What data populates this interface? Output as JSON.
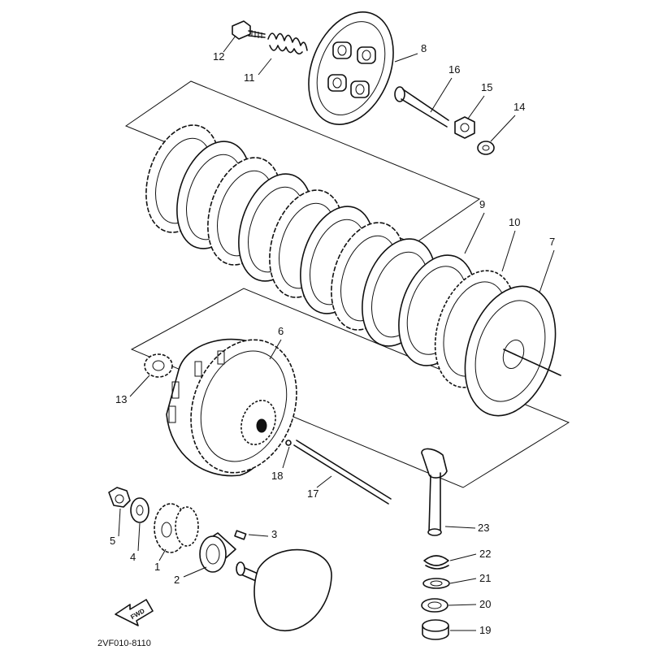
{
  "diagram": {
    "drawing_code": "2VF010-8110",
    "fwd_arrow_label": "FWD",
    "callouts": [
      {
        "id": "12",
        "label": "12"
      },
      {
        "id": "11",
        "label": "11"
      },
      {
        "id": "8",
        "label": "8"
      },
      {
        "id": "16",
        "label": "16"
      },
      {
        "id": "15",
        "label": "15"
      },
      {
        "id": "14",
        "label": "14"
      },
      {
        "id": "9",
        "label": "9"
      },
      {
        "id": "10",
        "label": "10"
      },
      {
        "id": "7",
        "label": "7"
      },
      {
        "id": "6",
        "label": "6"
      },
      {
        "id": "13",
        "label": "13"
      },
      {
        "id": "18",
        "label": "18"
      },
      {
        "id": "17",
        "label": "17"
      },
      {
        "id": "23",
        "label": "23"
      },
      {
        "id": "3",
        "label": "3"
      },
      {
        "id": "5",
        "label": "5"
      },
      {
        "id": "4",
        "label": "4"
      },
      {
        "id": "1",
        "label": "1"
      },
      {
        "id": "2",
        "label": "2"
      },
      {
        "id": "22",
        "label": "22"
      },
      {
        "id": "21",
        "label": "21"
      },
      {
        "id": "20",
        "label": "20"
      },
      {
        "id": "19",
        "label": "19"
      }
    ]
  }
}
